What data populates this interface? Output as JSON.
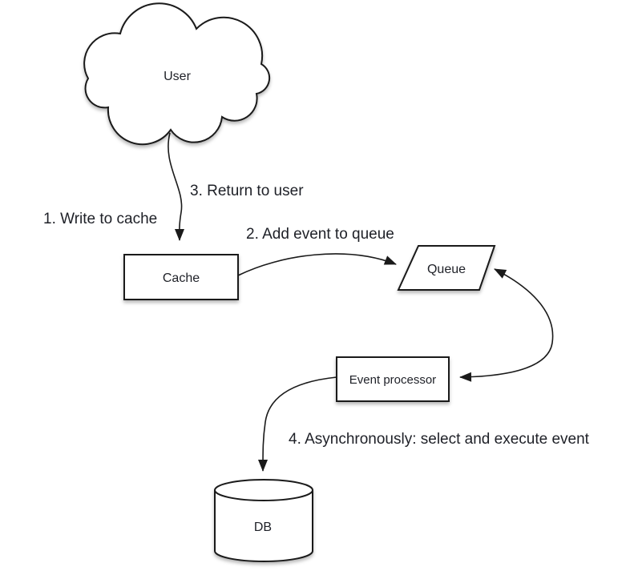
{
  "diagram": {
    "type": "flow-diagram",
    "nodes": {
      "user": {
        "label": "User",
        "shape": "cloud"
      },
      "cache": {
        "label": "Cache",
        "shape": "rectangle"
      },
      "queue": {
        "label": "Queue",
        "shape": "parallelogram"
      },
      "event_processor": {
        "label": "Event processor",
        "shape": "rectangle"
      },
      "db": {
        "label": "DB",
        "shape": "cylinder"
      }
    },
    "edge_labels": {
      "step_1": "1. Write to cache",
      "step_2": "2. Add event to queue",
      "step_3": "3. Return to user",
      "step_4": "4. Asynchronously: select and execute event"
    },
    "edges": [
      {
        "from": "user",
        "to": "cache",
        "direction": "one-way"
      },
      {
        "from": "cache",
        "to": "queue",
        "direction": "one-way"
      },
      {
        "from": "queue",
        "to": "event_processor",
        "direction": "two-way"
      },
      {
        "from": "event_processor",
        "to": "db",
        "direction": "one-way"
      }
    ],
    "colors": {
      "background": "#ffffff",
      "shape_fill": "#ffffff",
      "stroke": "#1a1a1a",
      "text": "#1e2027"
    }
  }
}
